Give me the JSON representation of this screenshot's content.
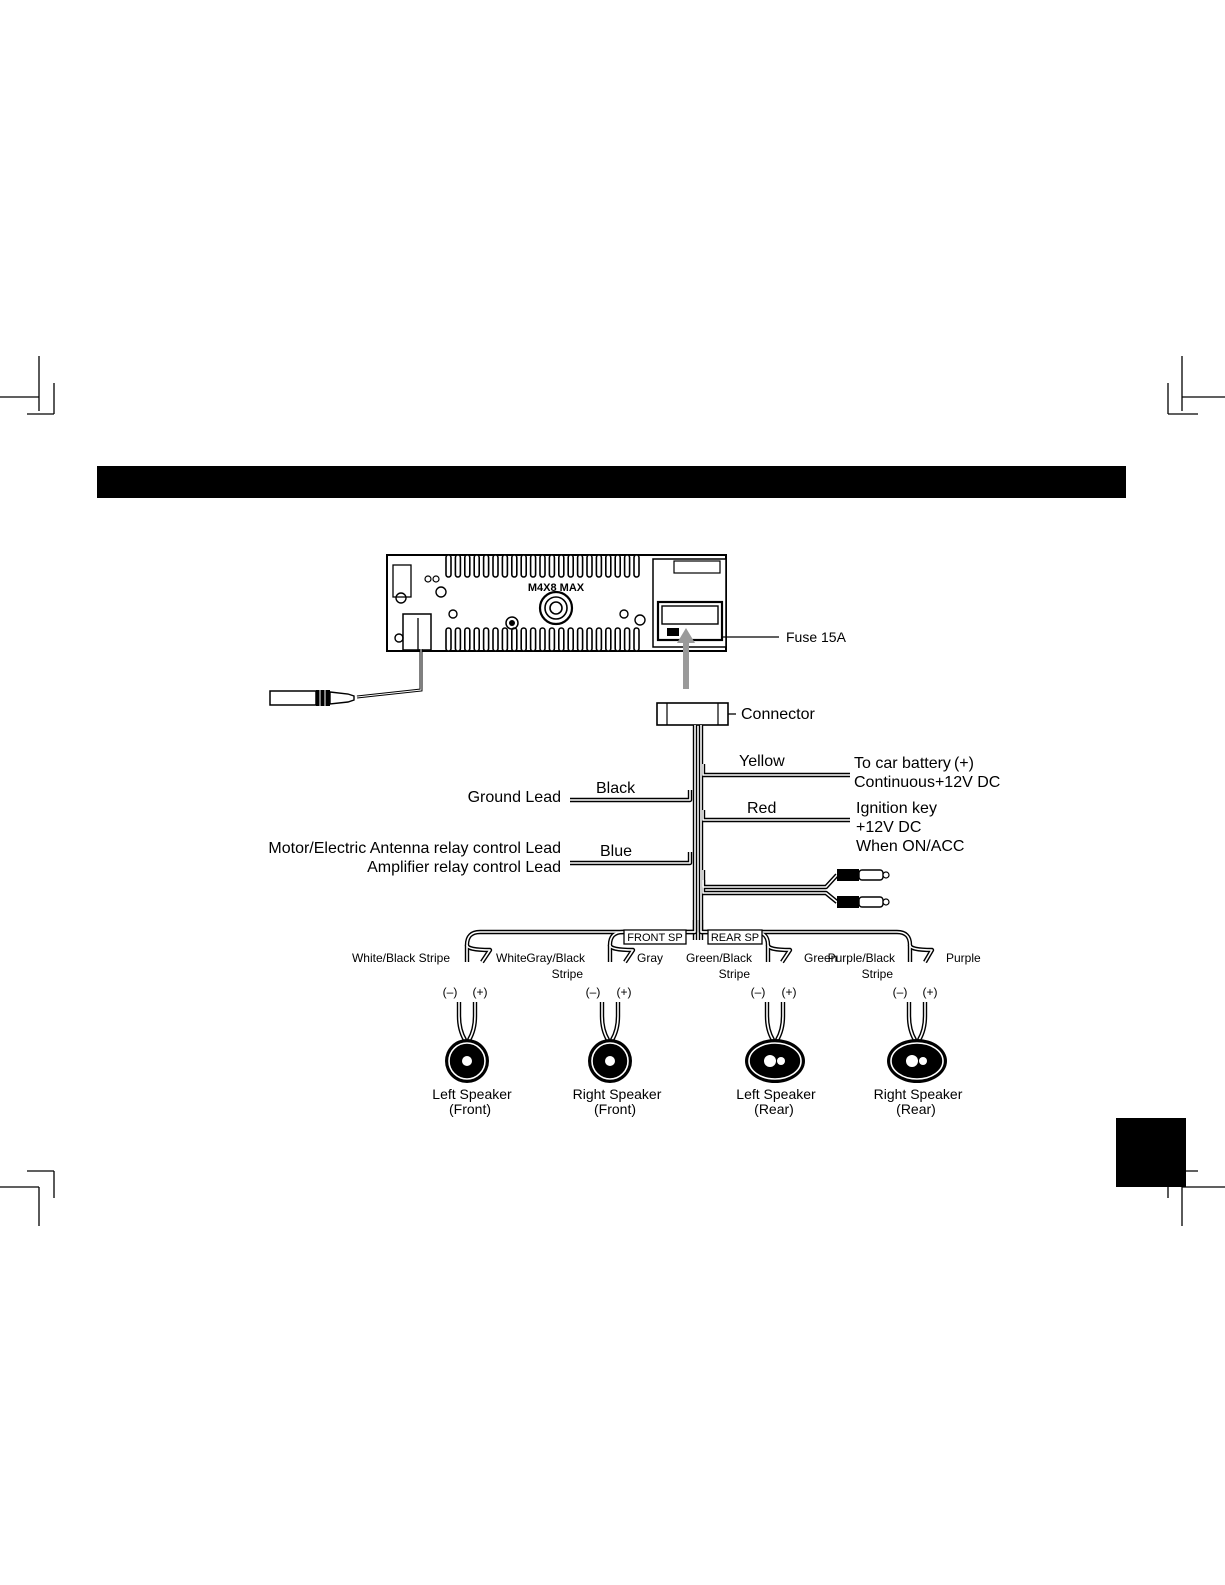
{
  "header": {
    "title": ""
  },
  "diagram": {
    "fuse_label": "Fuse 15A",
    "connector_label": "Connector",
    "unit_knob_label": "M4X8 MAX",
    "wires": {
      "yellow": {
        "color_label": "Yellow",
        "desc_line1": "To car battery",
        "desc_symbol": "(+)",
        "desc_line2": "Continuous+12V DC"
      },
      "red": {
        "color_label": "Red",
        "desc_line1": "Ignition key",
        "desc_line2": "+12V DC",
        "desc_line3": "When ON/ACC"
      },
      "black": {
        "color_label": "Black",
        "desc": "Ground Lead"
      },
      "blue": {
        "color_label": "Blue",
        "desc_line1": "Motor/Electric Antenna relay control Lead",
        "desc_line2": "Amplifier relay control Lead"
      }
    },
    "harness_tags": {
      "front": "FRONT SP",
      "rear": "REAR SP"
    },
    "polarity": {
      "minus": "(–)",
      "plus": "(+)"
    },
    "speakers": [
      {
        "minus_wire_line1": "White/Black Stripe",
        "minus_wire_line2": "",
        "plus_wire": "White",
        "name": "Left Speaker",
        "position": "(Front)",
        "shape": "round"
      },
      {
        "minus_wire_line1": "Gray/Black",
        "minus_wire_line2": "Stripe",
        "plus_wire": "Gray",
        "name": "Right Speaker",
        "position": "(Front)",
        "shape": "round"
      },
      {
        "minus_wire_line1": "Green/Black",
        "minus_wire_line2": "Stripe",
        "plus_wire": "Green",
        "name": "Left Speaker",
        "position": "(Rear)",
        "shape": "oval"
      },
      {
        "minus_wire_line1": "Purple/Black",
        "minus_wire_line2": "Stripe",
        "plus_wire": "Purple",
        "name": "Right Speaker",
        "position": "(Rear)",
        "shape": "oval"
      }
    ]
  }
}
